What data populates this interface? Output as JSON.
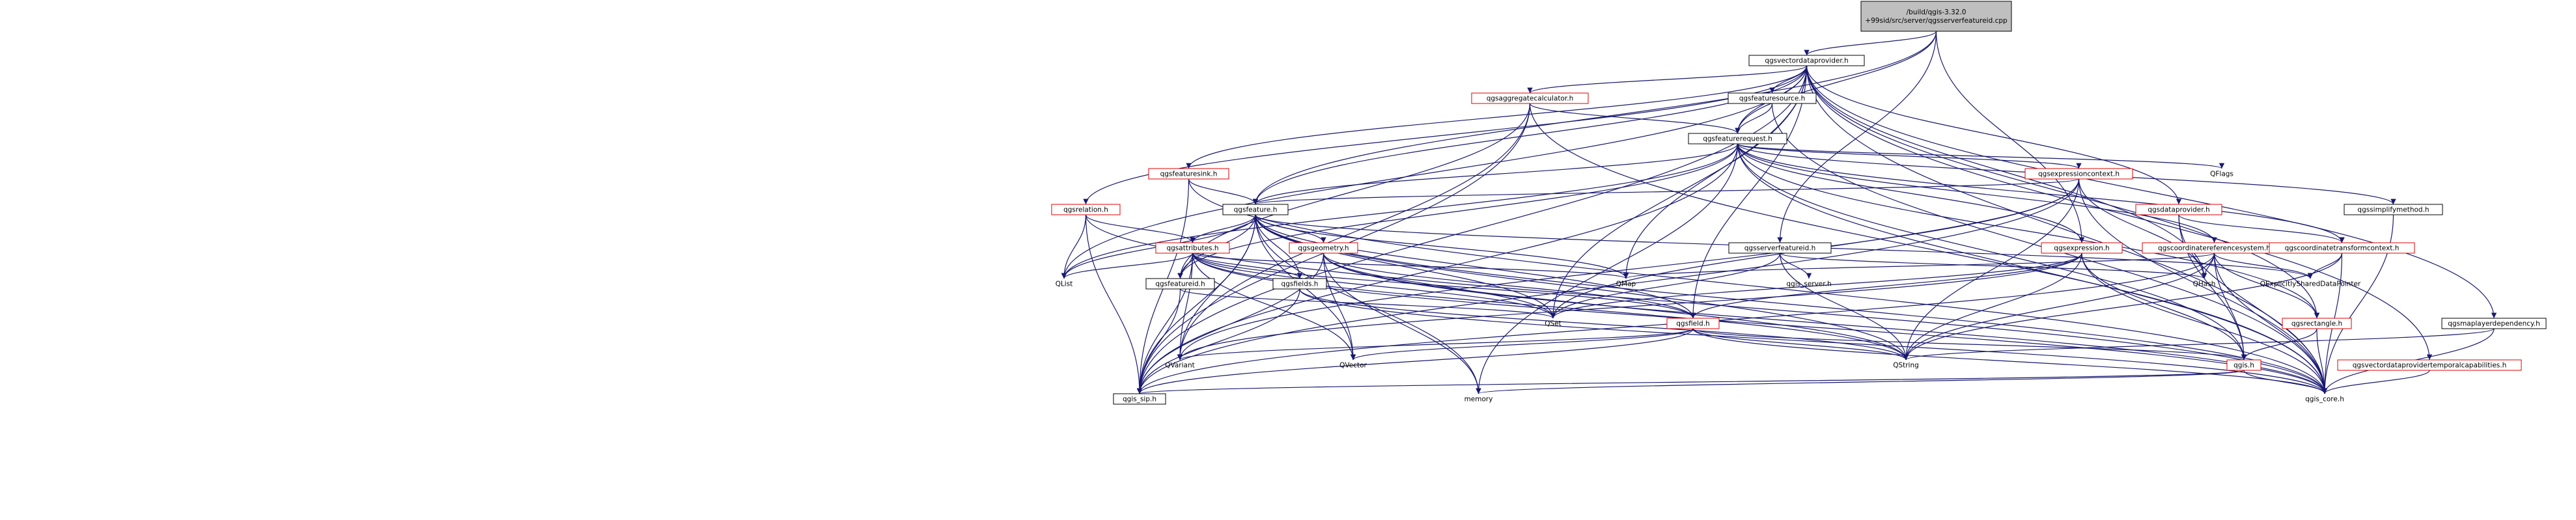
{
  "colors": {
    "edge": "#191970",
    "root_fill": "#bfbfbf",
    "red_border": "#e00000",
    "black_border": "#000000"
  },
  "nodes": [
    {
      "id": "root",
      "label": "/build/qgis-3.32.0\n+99sid/src/server/qgsserverfeatureid.cpp",
      "style": "root"
    },
    {
      "id": "vdp",
      "label": "qgsvectordataprovider.h",
      "style": "std"
    },
    {
      "id": "aggcalc",
      "label": "qgsaggregatecalculator.h",
      "style": "red"
    },
    {
      "id": "fsource",
      "label": "qgsfeaturesource.h",
      "style": "std"
    },
    {
      "id": "freq",
      "label": "qgsfeaturerequest.h",
      "style": "std"
    },
    {
      "id": "fsink",
      "label": "qgsfeaturesink.h",
      "style": "red"
    },
    {
      "id": "exprctx",
      "label": "qgsexpressioncontext.h",
      "style": "red"
    },
    {
      "id": "qflags",
      "label": "QFlags",
      "style": "none"
    },
    {
      "id": "simplify",
      "label": "qgssimplifymethod.h",
      "style": "std"
    },
    {
      "id": "relation",
      "label": "qgsrelation.h",
      "style": "red"
    },
    {
      "id": "feature",
      "label": "qgsfeature.h",
      "style": "std"
    },
    {
      "id": "dataprov",
      "label": "qgsdataprovider.h",
      "style": "red"
    },
    {
      "id": "attrs",
      "label": "qgsattributes.h",
      "style": "red"
    },
    {
      "id": "geom",
      "label": "qgsgeometry.h",
      "style": "red"
    },
    {
      "id": "sfid_h",
      "label": "qgsserverfeatureid.h",
      "style": "std"
    },
    {
      "id": "expr",
      "label": "qgsexpression.h",
      "style": "red"
    },
    {
      "id": "crs",
      "label": "qgscoordinatereferencesystem.h",
      "style": "red"
    },
    {
      "id": "ctc",
      "label": "qgscoordinatetransformcontext.h",
      "style": "red"
    },
    {
      "id": "qlist",
      "label": "QList",
      "style": "none"
    },
    {
      "id": "qmap",
      "label": "QMap",
      "style": "none"
    },
    {
      "id": "qgis_server",
      "label": "qgis_server.h",
      "style": "none"
    },
    {
      "id": "qhash",
      "label": "QHash",
      "style": "none"
    },
    {
      "id": "qesdp",
      "label": "QExplicitlySharedDataPointer",
      "style": "none"
    },
    {
      "id": "featureid",
      "label": "qgsfeatureid.h",
      "style": "std"
    },
    {
      "id": "fields",
      "label": "qgsfields.h",
      "style": "std"
    },
    {
      "id": "qset",
      "label": "QSet",
      "style": "none"
    },
    {
      "id": "field",
      "label": "qgsfield.h",
      "style": "red"
    },
    {
      "id": "rect",
      "label": "qgsrectangle.h",
      "style": "red"
    },
    {
      "id": "qvariant",
      "label": "QVariant",
      "style": "none"
    },
    {
      "id": "qvector",
      "label": "QVector",
      "style": "none"
    },
    {
      "id": "qstring",
      "label": "QString",
      "style": "none"
    },
    {
      "id": "qgis_h",
      "label": "qgis.h",
      "style": "red"
    },
    {
      "id": "temporal",
      "label": "qgsvectordataprovidertemporalcapabilities.h",
      "style": "red"
    },
    {
      "id": "mapdep",
      "label": "qgsmaplayerdependency.h",
      "style": "std"
    },
    {
      "id": "sip",
      "label": "qgis_sip.h",
      "style": "std"
    },
    {
      "id": "memory",
      "label": "memory",
      "style": "none"
    },
    {
      "id": "core",
      "label": "qgis_core.h",
      "style": "none"
    }
  ],
  "edges": [
    [
      "root",
      "vdp"
    ],
    [
      "root",
      "feature"
    ],
    [
      "root",
      "sfid_h"
    ],
    [
      "root",
      "expr"
    ],
    [
      "root",
      "freq"
    ],
    [
      "vdp",
      "aggcalc"
    ],
    [
      "vdp",
      "fsource"
    ],
    [
      "vdp",
      "freq"
    ],
    [
      "vdp",
      "fsink"
    ],
    [
      "vdp",
      "relation"
    ],
    [
      "vdp",
      "dataprov"
    ],
    [
      "vdp",
      "temporal"
    ],
    [
      "vdp",
      "mapdep"
    ],
    [
      "vdp",
      "qlist"
    ],
    [
      "vdp",
      "qset"
    ],
    [
      "vdp",
      "qhash"
    ],
    [
      "vdp",
      "qmap"
    ],
    [
      "vdp",
      "sip"
    ],
    [
      "vdp",
      "core"
    ],
    [
      "vdp",
      "feature"
    ],
    [
      "vdp",
      "field"
    ],
    [
      "vdp",
      "rect"
    ],
    [
      "aggcalc",
      "freq"
    ],
    [
      "aggcalc",
      "featureid"
    ],
    [
      "aggcalc",
      "sip"
    ],
    [
      "aggcalc",
      "qvariant"
    ],
    [
      "aggcalc",
      "core"
    ],
    [
      "fsource",
      "freq"
    ],
    [
      "fsource",
      "core"
    ],
    [
      "freq",
      "exprctx"
    ],
    [
      "freq",
      "qflags"
    ],
    [
      "freq",
      "simplify"
    ],
    [
      "freq",
      "feature"
    ],
    [
      "freq",
      "expr"
    ],
    [
      "freq",
      "crs"
    ],
    [
      "freq",
      "ctc"
    ],
    [
      "freq",
      "rect"
    ],
    [
      "freq",
      "qgis_h"
    ],
    [
      "freq",
      "qlist"
    ],
    [
      "freq",
      "sip"
    ],
    [
      "freq",
      "core"
    ],
    [
      "freq",
      "memory"
    ],
    [
      "freq",
      "featureid"
    ],
    [
      "fsink",
      "feature"
    ],
    [
      "fsink",
      "sip"
    ],
    [
      "fsink",
      "core"
    ],
    [
      "exprctx",
      "feature"
    ],
    [
      "exprctx",
      "qhash"
    ],
    [
      "exprctx",
      "qset"
    ],
    [
      "exprctx",
      "qstring"
    ],
    [
      "exprctx",
      "qvariant"
    ],
    [
      "exprctx",
      "sip"
    ],
    [
      "exprctx",
      "core"
    ],
    [
      "simplify",
      "core"
    ],
    [
      "relation",
      "attrs"
    ],
    [
      "relation",
      "qlist"
    ],
    [
      "relation",
      "sip"
    ],
    [
      "relation",
      "core"
    ],
    [
      "feature",
      "attrs"
    ],
    [
      "feature",
      "geom"
    ],
    [
      "feature",
      "fields"
    ],
    [
      "feature",
      "featureid"
    ],
    [
      "feature",
      "qlist"
    ],
    [
      "feature",
      "qmap"
    ],
    [
      "feature",
      "qset"
    ],
    [
      "feature",
      "qesdp"
    ],
    [
      "feature",
      "qstring"
    ],
    [
      "feature",
      "qvariant"
    ],
    [
      "feature",
      "qvector"
    ],
    [
      "feature",
      "memory"
    ],
    [
      "feature",
      "sip"
    ],
    [
      "feature",
      "core"
    ],
    [
      "feature",
      "field"
    ],
    [
      "dataprov",
      "ctc"
    ],
    [
      "dataprov",
      "qgis_h"
    ],
    [
      "dataprov",
      "core"
    ],
    [
      "attrs",
      "featureid"
    ],
    [
      "attrs",
      "fields"
    ],
    [
      "attrs",
      "qlist"
    ],
    [
      "attrs",
      "qmap"
    ],
    [
      "attrs",
      "qset"
    ],
    [
      "attrs",
      "qvariant"
    ],
    [
      "attrs",
      "qvector"
    ],
    [
      "attrs",
      "qstring"
    ],
    [
      "attrs",
      "sip"
    ],
    [
      "attrs",
      "core"
    ],
    [
      "attrs",
      "field"
    ],
    [
      "geom",
      "qset"
    ],
    [
      "geom",
      "qvector"
    ],
    [
      "geom",
      "qstring"
    ],
    [
      "geom",
      "memory"
    ],
    [
      "geom",
      "sip"
    ],
    [
      "geom",
      "core"
    ],
    [
      "geom",
      "field"
    ],
    [
      "sfid_h",
      "qgis_server"
    ],
    [
      "sfid_h",
      "qset"
    ],
    [
      "sfid_h",
      "qstring"
    ],
    [
      "sfid_h",
      "qhash"
    ],
    [
      "expr",
      "qset"
    ],
    [
      "expr",
      "qstring"
    ],
    [
      "expr",
      "qvariant"
    ],
    [
      "expr",
      "qgis_h"
    ],
    [
      "expr",
      "core"
    ],
    [
      "expr",
      "field"
    ],
    [
      "crs",
      "qhash"
    ],
    [
      "crs",
      "qesdp"
    ],
    [
      "crs",
      "qmap"
    ],
    [
      "crs",
      "qstring"
    ],
    [
      "crs",
      "rect"
    ],
    [
      "crs",
      "qgis_h"
    ],
    [
      "crs",
      "sip"
    ],
    [
      "crs",
      "core"
    ],
    [
      "ctc",
      "qesdp"
    ],
    [
      "ctc",
      "qstring"
    ],
    [
      "ctc",
      "core"
    ],
    [
      "featureid",
      "qset"
    ],
    [
      "featureid",
      "sip"
    ],
    [
      "fields",
      "qstring"
    ],
    [
      "fields",
      "sip"
    ],
    [
      "fields",
      "core"
    ],
    [
      "field",
      "qvariant"
    ],
    [
      "field",
      "qvector"
    ],
    [
      "field",
      "qstring"
    ],
    [
      "field",
      "qgis_h"
    ],
    [
      "field",
      "sip"
    ],
    [
      "field",
      "core"
    ],
    [
      "rect",
      "qgis_h"
    ],
    [
      "rect",
      "core"
    ],
    [
      "qgis_h",
      "sip"
    ],
    [
      "qgis_h",
      "core"
    ],
    [
      "qgis_h",
      "memory"
    ],
    [
      "temporal",
      "core"
    ],
    [
      "mapdep",
      "qstring"
    ],
    [
      "mapdep",
      "core"
    ]
  ]
}
